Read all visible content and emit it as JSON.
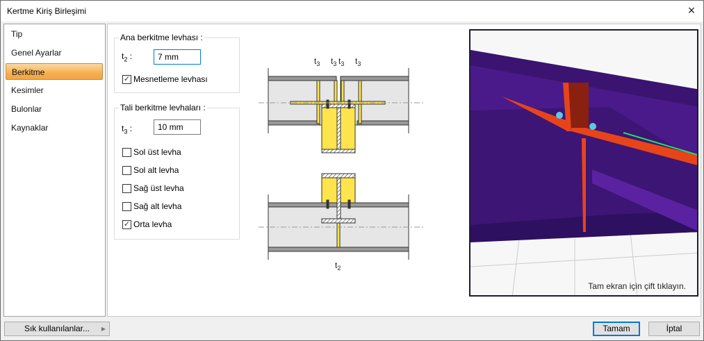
{
  "window": {
    "title": "Kertme Kiriş Birleşimi",
    "close_icon": "×"
  },
  "nav": {
    "items": [
      {
        "label": "Tip"
      },
      {
        "label": "Genel Ayarlar"
      },
      {
        "label": "Berkitme",
        "selected": true
      },
      {
        "label": "Kesimler"
      },
      {
        "label": "Bulonlar"
      },
      {
        "label": "Kaynaklar"
      }
    ]
  },
  "main_plate": {
    "title": "Ana berkitme levhası :",
    "t_label": "t",
    "t_sub": "2",
    "colon": ":",
    "value": "7 mm",
    "support_plate": {
      "label": "Mesnetleme levhası",
      "checked": true
    }
  },
  "secondary_plates": {
    "title": "Tali berkitme levhaları :",
    "t_label": "t",
    "t_sub": "3",
    "colon": ":",
    "value": "10 mm",
    "options": [
      {
        "label": "Sol üst levha",
        "checked": false
      },
      {
        "label": "Sol alt levha",
        "checked": false
      },
      {
        "label": "Sağ üst levha",
        "checked": false
      },
      {
        "label": "Sağ alt levha",
        "checked": false
      },
      {
        "label": "Orta levha",
        "checked": true
      }
    ]
  },
  "diagram": {
    "t3": "t",
    "t3_sub": "3",
    "t2": "t",
    "t2_sub": "2"
  },
  "viewer": {
    "hint": "Tam ekran için çift tıklayın."
  },
  "footer": {
    "favorites": "Sık kullanılanlar...",
    "ok": "Tamam",
    "cancel": "İptal"
  },
  "colors": {
    "accent": "#0078d7",
    "selected_nav": "#f6b04f",
    "plate": "#ffe44d",
    "beam3d": "#4a1a8a",
    "stiffener3d": "#e8441a"
  }
}
